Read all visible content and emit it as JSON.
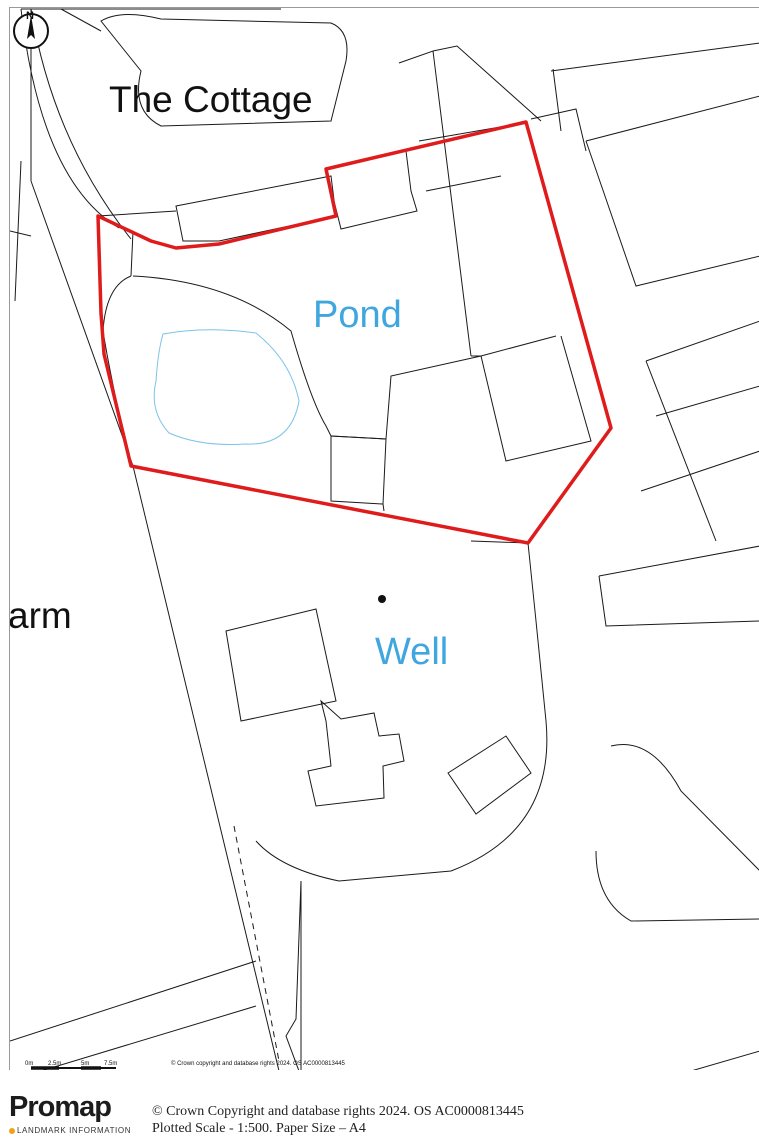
{
  "map": {
    "labels": {
      "cottage": "The Cottage",
      "pond": "Pond",
      "well": "Well",
      "farm_partial": "arm"
    },
    "north_symbol": "N",
    "scale_bar": {
      "ticks": [
        "0m",
        "2.5m",
        "5m",
        "7.5m"
      ],
      "inline_copyright": "© Crown copyright and database rights 2024. OS AC0000813445"
    },
    "colors": {
      "boundary": "#e01b1b",
      "water_label": "#3fa6e0",
      "pond_outline": "#7cc3ea",
      "linework": "#1a1a1a"
    }
  },
  "footer": {
    "brand": "Promap",
    "brand_sub": "LANDMARK INFORMATION",
    "copyright": "© Crown Copyright and database rights 2024. OS AC0000813445",
    "plot_info": "Plotted Scale - 1:500. Paper Size – A4"
  }
}
